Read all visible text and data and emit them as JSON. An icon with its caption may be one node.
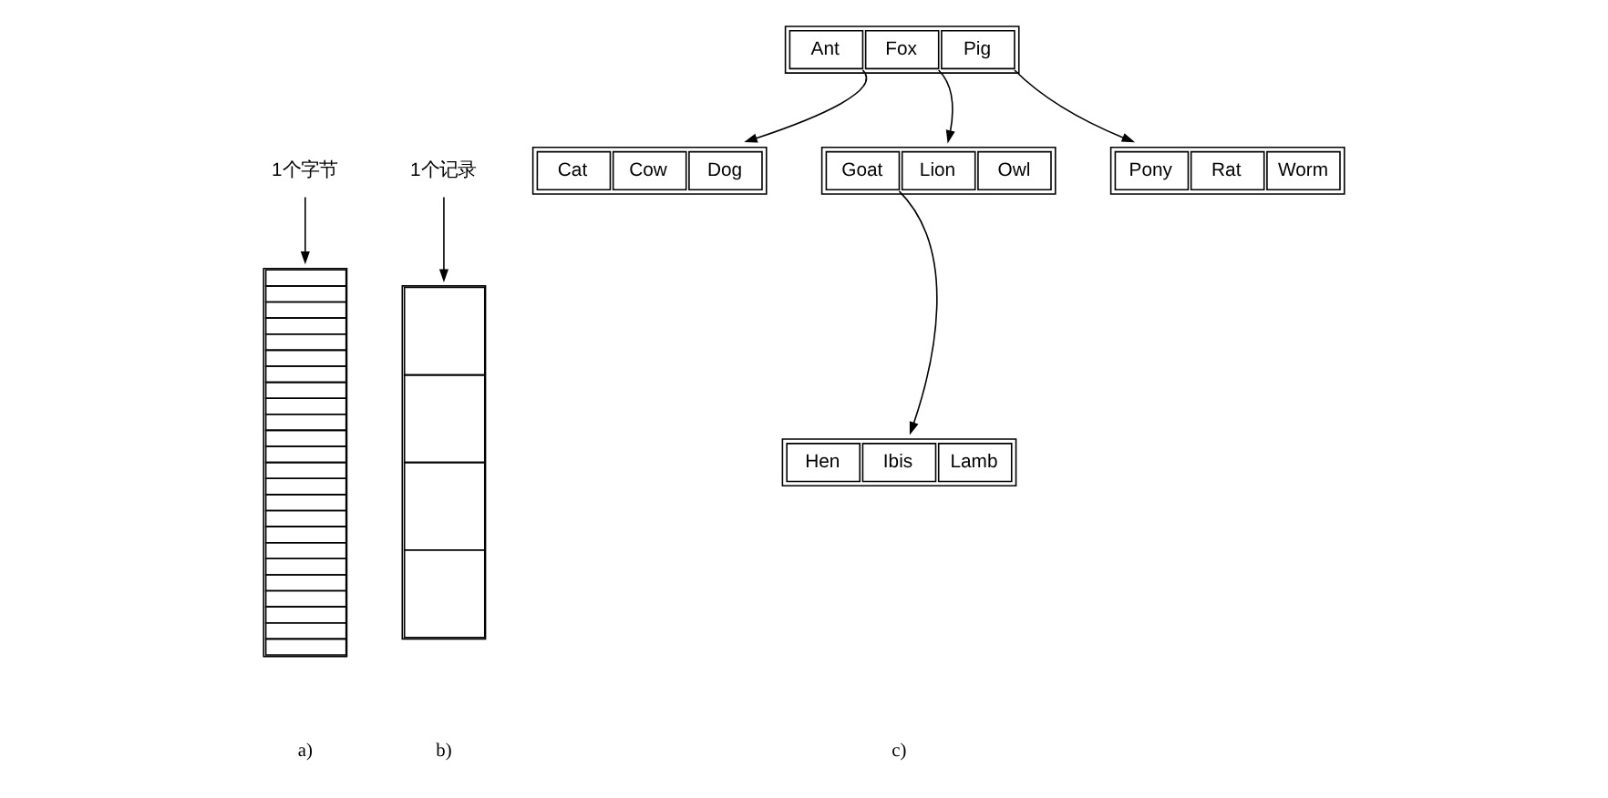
{
  "diagram": {
    "nodes": [
      {
        "text": [
          "1个字节"
        ]
      },
      {
        "text": [],
        "shape": "bar"
      },
      {
        "text": [
          "1个记录"
        ]
      },
      {
        "text": [],
        "shape": "bar"
      },
      {
        "text": [
          "Ant",
          "Fox",
          "Pig"
        ]
      },
      {
        "text": [
          "Cat",
          "Cow",
          "Dog"
        ]
      },
      {
        "text": [
          "Goat",
          "Lion",
          "Owl"
        ]
      },
      {
        "text": [
          "Pony",
          "Rat",
          "Worm"
        ]
      },
      {
        "text": [
          "Hen",
          "Ibis",
          "Lamb"
        ]
      }
    ],
    "edges": [
      {
        "from": 0,
        "to": 1,
        "arrow": "to"
      },
      {
        "from": 2,
        "to": 3,
        "arrow": "to"
      },
      {
        "from": 4,
        "to": 5,
        "arrow": "to"
      },
      {
        "from": 4,
        "to": 6,
        "arrow": "to"
      },
      {
        "from": 4,
        "to": 7,
        "arrow": "to"
      },
      {
        "from": 6,
        "to": 8,
        "arrow": "to"
      }
    ],
    "labels": [
      "a)",
      "b)",
      "c)"
    ]
  }
}
